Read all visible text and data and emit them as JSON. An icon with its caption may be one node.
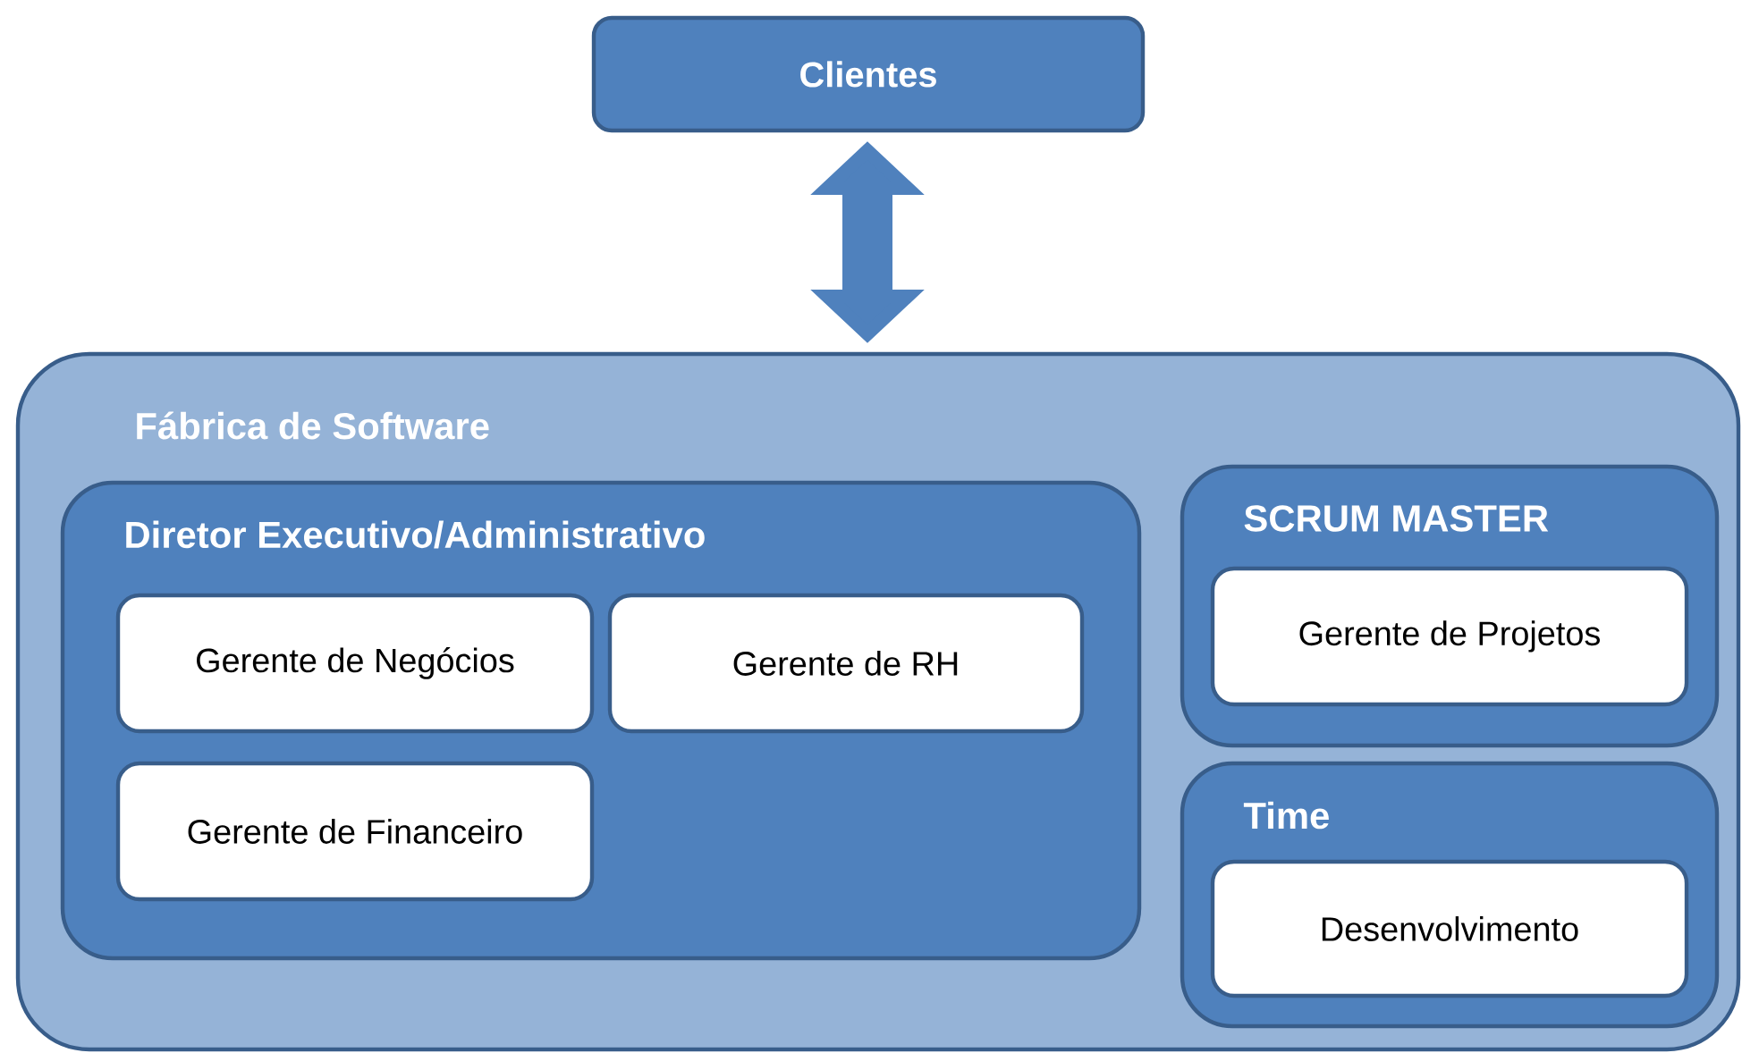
{
  "diagram": {
    "nodes": [
      {
        "text": [
          "Clientes"
        ]
      },
      {
        "text": [
          "Fábrica de Software"
        ]
      },
      {
        "text": [
          "Diretor Executivo/Administrativo"
        ],
        "in": 1
      },
      {
        "text": [
          "Gerente de Negócios"
        ],
        "in": 2
      },
      {
        "text": [
          "Gerente de RH"
        ],
        "in": 2
      },
      {
        "text": [
          "Gerente de Financeiro"
        ],
        "in": 2
      },
      {
        "text": [
          "SCRUM MASTER"
        ],
        "in": 1
      },
      {
        "text": [
          "Gerente de Projetos"
        ],
        "in": 6
      },
      {
        "text": [
          "Time"
        ],
        "in": 1
      },
      {
        "text": [
          "Desenvolvimento"
        ],
        "in": 8
      }
    ],
    "edges": [
      {
        "from": 0,
        "to": 1,
        "arrow": "both"
      }
    ]
  }
}
